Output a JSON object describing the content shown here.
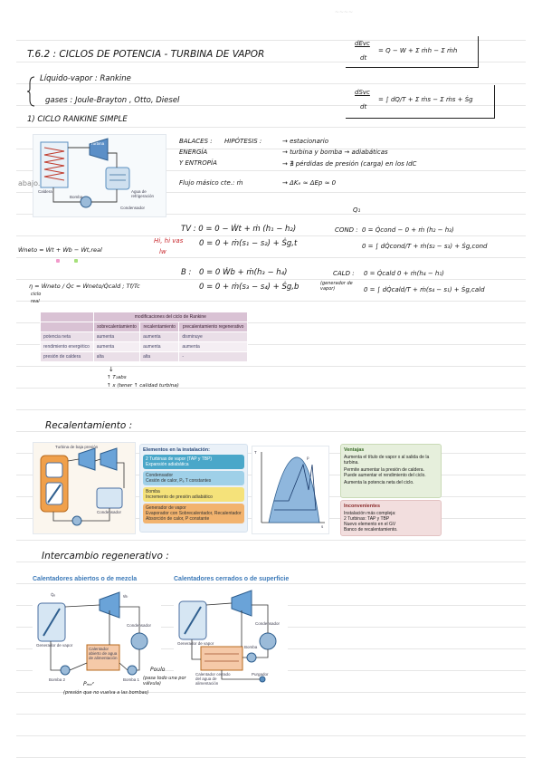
{
  "watermark": "~~~~",
  "heading": {
    "title": "T.6.2 : CICLOS DE POTENCIA - TURBINA DE VAPOR",
    "brace_line1": "Líquido-vapor : Rankine",
    "brace_line2": "gases : Joule-Brayton , Otto, Diesel",
    "section1": "1) CICLO RANKINE SIMPLE"
  },
  "box_equations": {
    "energy_lhs": "dEvc",
    "energy_den": "dt",
    "energy_rhs": "= Q − W + Σ ṁh − Σ ṁh",
    "entropy_lhs": "dSvc",
    "entropy_den": "dt",
    "entropy_rhs": "= ∫ dQ/T + Σ ṁs − Σ ṁs + Ṡg"
  },
  "balances": {
    "l1a": "BALACES :",
    "l1b": "HIPÓTESIS :",
    "l1c": "→ estacionario",
    "l2a": "ENERGÍA",
    "l2c": "→ turbina y bomba → adiabáticas",
    "l3a": "Y ENTROPÍA",
    "l3c": "→ ∄ pérdidas de presión (carga) en los IdC",
    "l4a": "Flujo másico cte.: ṁ",
    "l4c": "→ ΔKₑ ≈ ΔEp ≈ 0"
  },
  "equations": {
    "tv1": "TV : 0 = 0 − Ẇt + ṁ (h₁ − h₂)",
    "tv2": "0 = 0 + ṁ(s₁ − s₂) + Ṡg,t",
    "cond_label": "COND :",
    "cond1": "0 = Q̇cond − 0 + ṁ (h₂ − h₃)",
    "cond2": "0 = ∫ dQ̇cond/T + ṁ(s₂ − s₃) + Ṡg,cond",
    "b_label": "B :",
    "b1": "0 = 0   Ẇb + ṁ(h₃ − h₄)",
    "b2": "0 = 0 + ṁ(s₃ − s₄) + Ṡg,b",
    "cald_label": "CALD :",
    "cald_note": "(generador de vapor)",
    "cald1": "0 = Q̇cald   0 + ṁ(h₄ − h₁)",
    "cald2": "0 = ∫ dQ̇cald/T + ṁ(s₄ − s₁) + Ṡg,cald",
    "q_label": "Q₁",
    "red_note1": "Hi, hi vas",
    "red_note2": "lw"
  },
  "side_notes": {
    "neto": "Ẇneto = Ẇt + Ẇb − Ẇt,real",
    "eta": "η = Ẇneto / Q̇c = Ẇneto/Q̇cald ; Tf/Tc",
    "eta_sub": "ciclo",
    "eta_sub2": "real"
  },
  "diagram1": {
    "turbina": "Turbina",
    "caldera": "Caldera",
    "bomba": "Bomba",
    "agua": "Agua de refrigeración",
    "condensador": "Condensador",
    "trabajo": "abajo."
  },
  "table": {
    "caption": "modificaciones del ciclo de Rankine",
    "headers": [
      "",
      "sobrecalentamiento",
      "recalentamiento",
      "precalentamiento regenerativo"
    ],
    "rows": [
      [
        "potencia neta",
        "aumenta",
        "aumenta",
        "disminuye"
      ],
      [
        "rendimiento energético",
        "aumenta",
        "aumenta",
        "aumenta"
      ],
      [
        "presión de caldera",
        "alta",
        "alta",
        "-"
      ]
    ]
  },
  "below_table": {
    "arrow": "↓",
    "l1": "↑ T₁abs",
    "l2": "↑ x (tener ↑ calidad turbina)"
  },
  "recal": {
    "title": "Recalentamiento :",
    "elementos_title": "Elementos en la instalación:",
    "elem1": "2 Turbinas de vapor (TAP y TBP)",
    "elem1b": "Expansión adiabática",
    "elem2": "Condensador",
    "elem2b": "Cesión de calor, Pₑ T constantes",
    "elem3": "Bomba",
    "elem3b": "Incremento de presión adiabático",
    "elem4": "Generador de vapor",
    "elem4b": "Evaporador con Sobrecalentador, Recalentador",
    "elem4c": "Absorción de calor, P constante",
    "ventajas_title": "Ventajas",
    "v1": "Aumenta el título de vapor x al salida de la turbina.",
    "v2": "Permite aumentar la presión de caldera. Puede aumentar el rendimiento del ciclo.",
    "v3": "Aumenta la potencia neta del ciclo.",
    "inconv_title": "Inconvenientes",
    "i1": "Instalación más compleja:",
    "i2": "2 Turbinas: TAP y TBP",
    "i3": "Nuevo elemento en el GV",
    "i4": "Banco de recalentamiento.",
    "ts_T": "T",
    "ts_s": "s",
    "ts_p": "p",
    "recal_label": "Turbina de baja presión",
    "cond_small": "Condensador"
  },
  "regen": {
    "title": "Intercambio regenerativo :",
    "open_title": "Calentadores abiertos o de mezcla",
    "closed_title": "Calentadores cerrados o de superficie",
    "gen": "Generador de vapor",
    "cond": "Condensador",
    "bomba1": "Bomba 1",
    "bomba2": "Bomba 2",
    "bomba": "Bomba",
    "heater_open": "Calentador abierto de agua de alimentación",
    "heater_closed": "Calentador cerrado del agua de alimentación",
    "purgador": "Purgador",
    "note_open1": "Pₘₑᶻ",
    "note_open2": "(presión que no vuelva a las bombas)",
    "note_closed1": "Poulo",
    "note_closed2": "(pasa todo una por válvula)",
    "q_in": "Q̇ₑ",
    "w_out": "Ẇₜ"
  }
}
